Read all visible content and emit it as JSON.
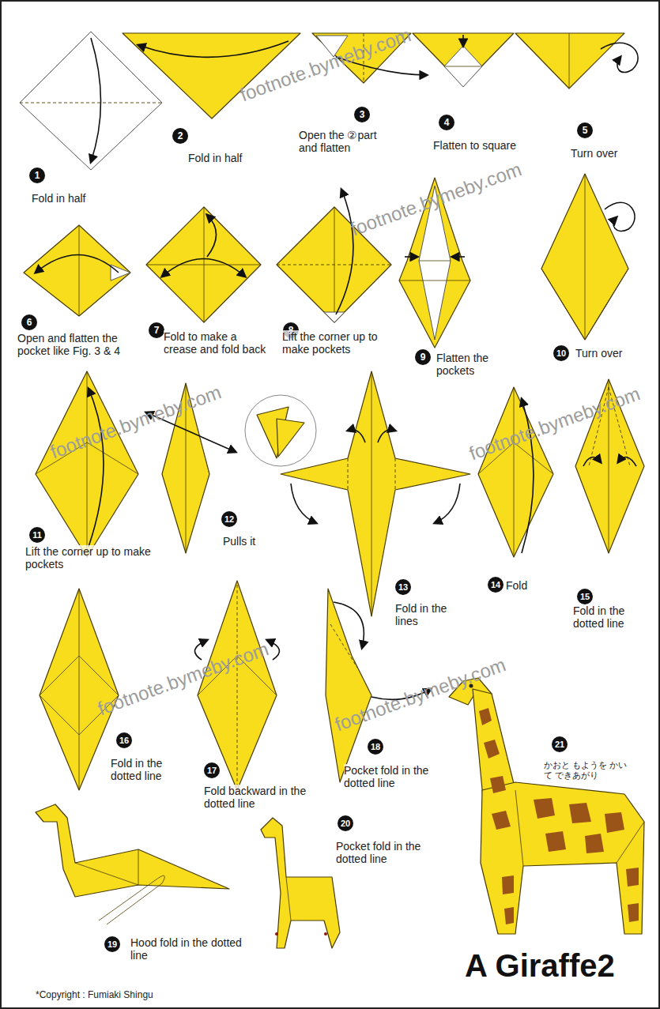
{
  "diagram": {
    "title": "A Giraffe2",
    "nodes": [
      {
        "text": [
          "1",
          "Fold in half"
        ]
      },
      {
        "text": [
          "2",
          "Fold in half"
        ]
      },
      {
        "text": [
          "3",
          "Open the ②part and flatten"
        ]
      },
      {
        "text": [
          "4",
          "Flatten to square"
        ]
      },
      {
        "text": [
          "5",
          "Turn over"
        ]
      },
      {
        "text": [
          "6",
          "Open and flatten the pocket like Fig. 3 & 4"
        ]
      },
      {
        "text": [
          "7",
          "Fold to make a crease and fold back"
        ]
      },
      {
        "text": [
          "8",
          "Lift the corner up to make pockets"
        ]
      },
      {
        "text": [
          "9",
          "Flatten the pockets"
        ]
      },
      {
        "text": [
          "10",
          "Turn over"
        ]
      },
      {
        "text": [
          "11",
          "Lift the corner up to make pockets"
        ]
      },
      {
        "text": [
          "12",
          "Pulls it"
        ]
      },
      {
        "text": [
          "13",
          "Fold in the lines"
        ]
      },
      {
        "text": [
          "14",
          "Fold"
        ]
      },
      {
        "text": [
          "15",
          "Fold in the dotted line"
        ]
      },
      {
        "text": [
          "16",
          "Fold in the dotted line"
        ]
      },
      {
        "text": [
          "17",
          "Fold backward in the dotted line"
        ]
      },
      {
        "text": [
          "18",
          "Pocket fold in the dotted line"
        ]
      },
      {
        "text": [
          "19",
          "Hood fold in the dotted line"
        ]
      },
      {
        "text": [
          "20",
          "Pocket fold in the dotted line"
        ]
      },
      {
        "text": [
          "21",
          "かおと もようを かいて できあがり"
        ]
      }
    ],
    "labels": [
      "footnote.bymeby.com",
      "footnote.bymeby.com",
      "footnote.bymeby.com",
      "footnote.bymeby.com",
      "footnote.bymeby.com",
      "footnote.bymeby.com",
      "*Copyright : Fumiaki Shingu"
    ]
  }
}
